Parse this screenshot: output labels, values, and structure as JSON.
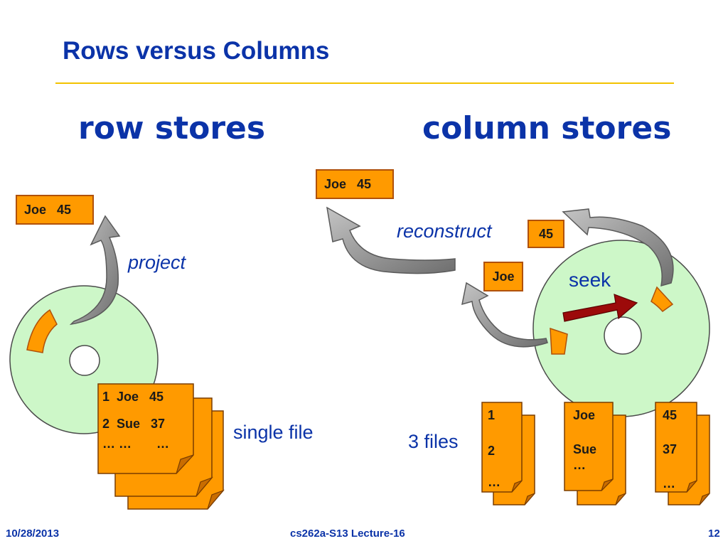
{
  "slide": {
    "title": "Rows versus Columns",
    "left_heading": "row stores",
    "right_heading": "column stores"
  },
  "row_store": {
    "result_box": "Joe   45",
    "operation_label": "project",
    "file_label": "single file",
    "file_lines": [
      "1  Joe   45",
      "2  Sue   37",
      "… …       …"
    ]
  },
  "column_store": {
    "result_box": "Joe   45",
    "operation_label": "reconstruct",
    "value_box_45": "45",
    "value_box_joe": "Joe",
    "seek_label": "seek",
    "files_label": "3 files",
    "column_files": [
      {
        "lines": [
          "1",
          "2",
          "…"
        ]
      },
      {
        "lines": [
          "Joe",
          "Sue",
          "…"
        ]
      },
      {
        "lines": [
          "45",
          "37",
          "…"
        ]
      }
    ]
  },
  "footer": {
    "date": "10/28/2013",
    "course": "cs262a-S13 Lecture-16",
    "page": "12"
  },
  "colors": {
    "title": "#0b33a8",
    "accent_rule": "#f2c200",
    "box_fill": "#ff9a00",
    "box_border": "#b0510a",
    "disk_fill": "#cdf7c8",
    "arrow_gray": "#8a8a8a",
    "seek_arrow": "#9c0a0a"
  }
}
